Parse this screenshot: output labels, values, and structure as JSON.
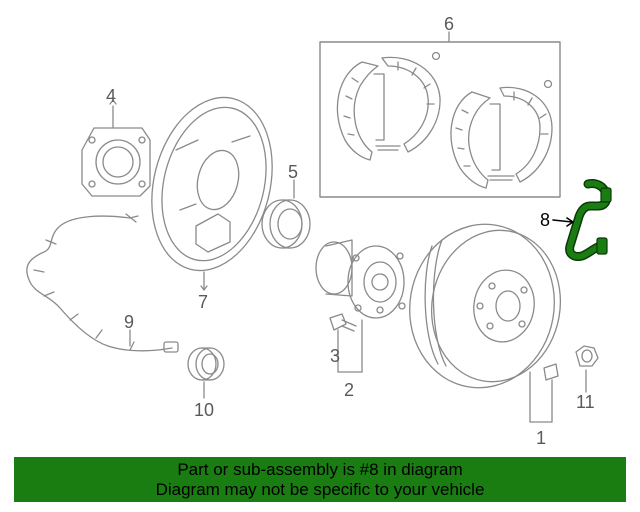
{
  "callouts": {
    "c1": "1",
    "c2": "2",
    "c3": "3",
    "c4": "4",
    "c5": "5",
    "c6": "6",
    "c7": "7",
    "c8": "8",
    "c9": "9",
    "c10": "10",
    "c11": "11"
  },
  "banner": {
    "line1": "Part or sub-assembly is #8 in diagram",
    "line2": "Diagram may not be specific to your vehicle"
  },
  "colors": {
    "line": "#8a8a8a",
    "highlight": "#1a7d12",
    "banner": "#1a7d12"
  }
}
